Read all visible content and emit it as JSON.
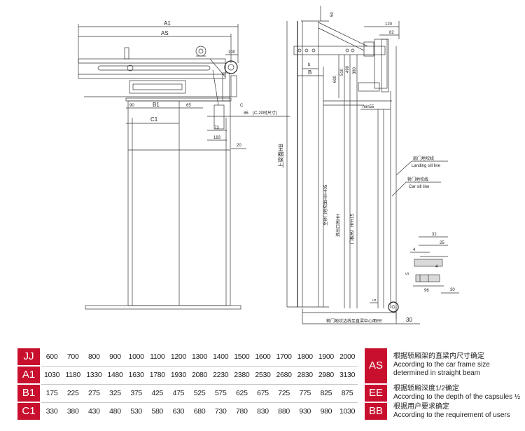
{
  "drawing": {
    "front": {
      "A1": "A1",
      "AS": "AS",
      "d100": "100",
      "d90": "90",
      "B1": "B1",
      "d65": "65",
      "C": "C",
      "C1": "C1",
      "d86": "86",
      "c_note": "(C-20时尺寸)",
      "d73": "73",
      "d183": "183",
      "d20": "20"
    },
    "side": {
      "d50": "50",
      "d120": "120",
      "d82": "82",
      "b": "b",
      "B": "B",
      "d600": "600",
      "d510": "510",
      "d490": "490",
      "d380": "380",
      "min55": "min55",
      "HB": "上梁面HB",
      "v_hh405": "至轿门地坎面HH+405",
      "v_hh": "进出口高HH",
      "v_hh15": "门板高）HH+15",
      "landing_cn": "层门地坎线",
      "landing_en": "Landing sill line",
      "car_cn": "轿门地坎线",
      "car_en": "Car sill line",
      "d32": "32",
      "d25": "25",
      "d4a": "4",
      "d4b": "4",
      "d5": "5",
      "d96": "96",
      "d30": "30",
      "d5b": "5",
      "EE_note": "轿门地坎边线至直梁中心面EE",
      "d30b": "30"
    }
  },
  "table": {
    "rows": [
      {
        "label": "JJ",
        "values": [
          "600",
          "700",
          "800",
          "900",
          "1000",
          "1100",
          "1200",
          "1300",
          "1400",
          "1500",
          "1600",
          "1700",
          "1800",
          "1900",
          "2000"
        ]
      },
      {
        "label": "A1",
        "values": [
          "1030",
          "1180",
          "1330",
          "1480",
          "1630",
          "1780",
          "1930",
          "2080",
          "2230",
          "2380",
          "2530",
          "2680",
          "2830",
          "2980",
          "3130"
        ]
      },
      {
        "label": "B1",
        "values": [
          "175",
          "225",
          "275",
          "325",
          "375",
          "425",
          "475",
          "525",
          "575",
          "625",
          "675",
          "725",
          "775",
          "825",
          "875"
        ]
      },
      {
        "label": "C1",
        "values": [
          "330",
          "380",
          "430",
          "480",
          "530",
          "580",
          "630",
          "680",
          "730",
          "780",
          "830",
          "880",
          "930",
          "980",
          "1030"
        ]
      }
    ],
    "right": [
      {
        "label": "AS",
        "cn": "根据轿厢架的直梁内尺寸确定",
        "en": "According to the car frame size determined in straight beam"
      },
      {
        "label": "EE",
        "cn": "根据轿厢深度1/2确定",
        "en": "According to the depth of the capsules ½"
      },
      {
        "label": "BB",
        "cn": "根据用户要求确定",
        "en": "According to the requirement of users"
      }
    ]
  }
}
